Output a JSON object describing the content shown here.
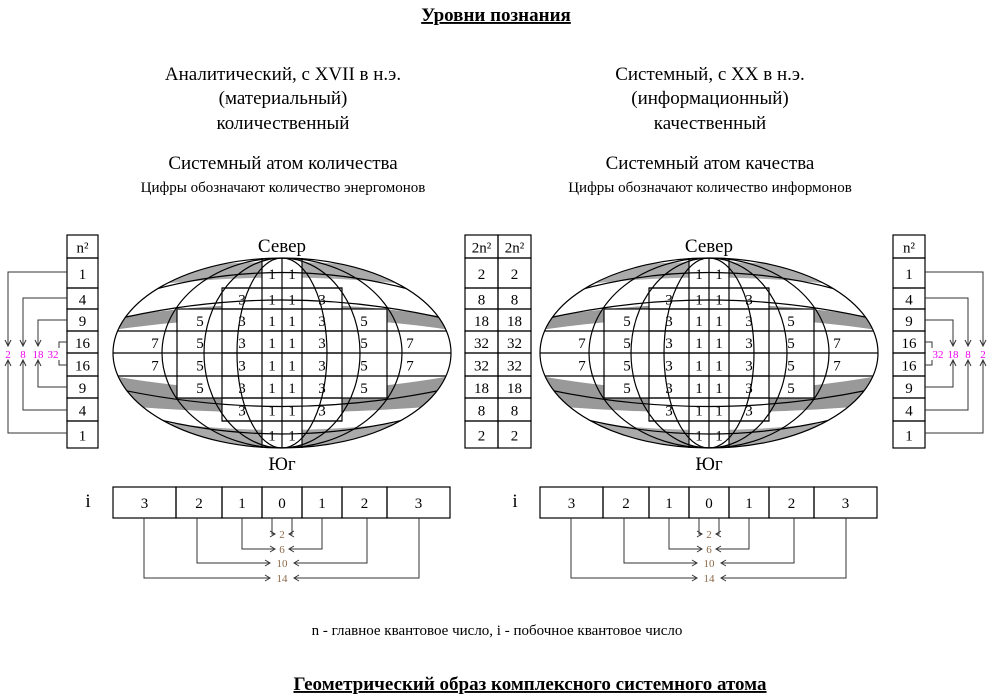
{
  "title": "Уровни познания",
  "footer_title": "Геометрический образ комплексного системного атома",
  "legend": "n - главное квантовое число,  i - побочное квантовое число",
  "left": {
    "l1": "Аналитический, с XVII в н.э.",
    "l2": "(материальный)",
    "l3": "количественный",
    "l4": "Системный атом количества",
    "l5": "Цифры обозначают количество энергомонов",
    "north": "Север",
    "south": "Юг",
    "number_color": "#000000"
  },
  "right": {
    "l1": "Системный, с XX в н.э.",
    "l2": "(информационный)",
    "l3": "качественный",
    "l4": "Системный атом качества",
    "l5": "Цифры обозначают количество информонов",
    "north": "Север",
    "south": "Юг",
    "number_color": "#22dd22"
  },
  "globe_rows": [
    [
      1,
      1
    ],
    [
      3,
      1,
      1,
      3
    ],
    [
      5,
      3,
      1,
      1,
      3,
      5
    ],
    [
      7,
      5,
      3,
      1,
      1,
      3,
      5,
      7
    ],
    [
      7,
      5,
      3,
      1,
      1,
      3,
      5,
      7
    ],
    [
      5,
      3,
      1,
      1,
      3,
      5
    ],
    [
      3,
      1,
      1,
      3
    ],
    [
      1,
      1
    ]
  ],
  "n2_table": {
    "header": "n²",
    "values": [
      "1",
      "4",
      "9",
      "16",
      "16",
      "9",
      "4",
      "1"
    ]
  },
  "two_n2_table": {
    "header": "2n²",
    "values": [
      "2",
      "8",
      "18",
      "32",
      "32",
      "18",
      "8",
      "2"
    ],
    "color": "#ee00ee"
  },
  "shell_sums_left": [
    "2",
    "8",
    "18",
    "32"
  ],
  "shell_sums_right": [
    "32",
    "18",
    "8",
    "2"
  ],
  "i_label": "i",
  "i_values": [
    "3",
    "2",
    "1",
    "0",
    "1",
    "2",
    "3"
  ],
  "i_sums": [
    "2",
    "6",
    "10",
    "14"
  ],
  "i_sum_color": "#8b6a4a"
}
